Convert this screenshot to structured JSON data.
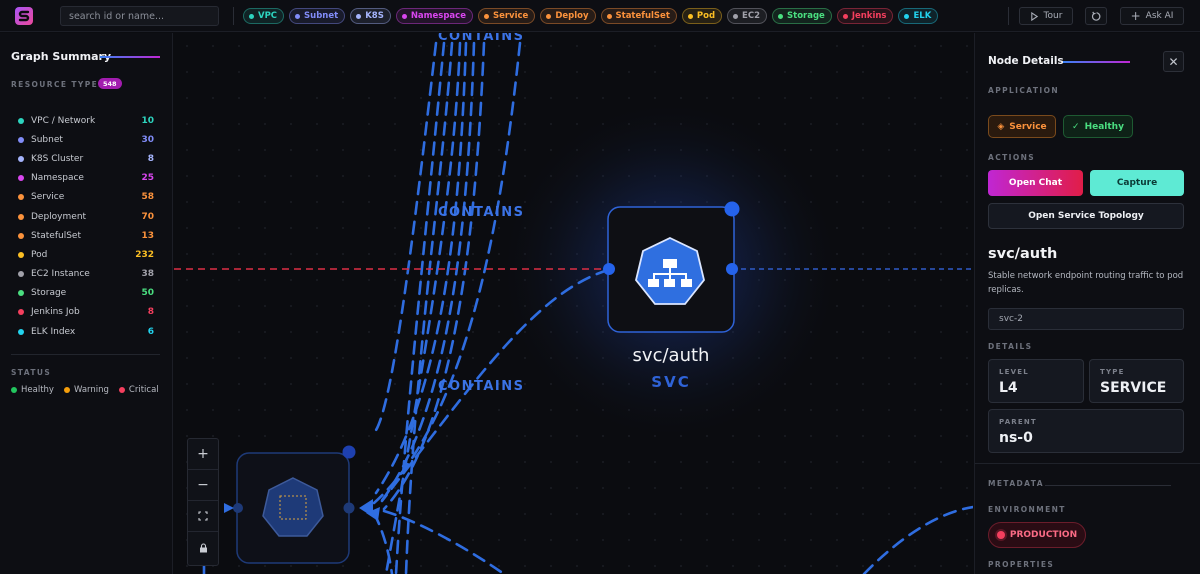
{
  "search": {
    "placeholder": "search id or name..."
  },
  "chips": [
    {
      "label": "VPC",
      "color": "#2dd4bf"
    },
    {
      "label": "Subnet",
      "color": "#818cf8"
    },
    {
      "label": "K8S",
      "color": "#a5b4fc"
    },
    {
      "label": "Namespace",
      "color": "#d946ef"
    },
    {
      "label": "Service",
      "color": "#fb923c"
    },
    {
      "label": "Deploy",
      "color": "#fb923c"
    },
    {
      "label": "StatefulSet",
      "color": "#fb923c"
    },
    {
      "label": "Pod",
      "color": "#fbbf24"
    },
    {
      "label": "EC2",
      "color": "#a1a1aa"
    },
    {
      "label": "Storage",
      "color": "#4ade80"
    },
    {
      "label": "Jenkins",
      "color": "#f43f5e"
    },
    {
      "label": "ELK",
      "color": "#22d3ee"
    }
  ],
  "toolbar": {
    "tour": "Tour",
    "ask_ai": "Ask AI"
  },
  "summary": {
    "title": "Graph Summary",
    "resource_types_label": "RESOURCE TYPES",
    "resource_total": "548",
    "resources": [
      {
        "label": "VPC / Network",
        "count": "10",
        "color": "#2dd4bf"
      },
      {
        "label": "Subnet",
        "count": "30",
        "color": "#818cf8"
      },
      {
        "label": "K8S Cluster",
        "count": "8",
        "color": "#a5b4fc"
      },
      {
        "label": "Namespace",
        "count": "25",
        "color": "#d946ef"
      },
      {
        "label": "Service",
        "count": "58",
        "color": "#fb923c"
      },
      {
        "label": "Deployment",
        "count": "70",
        "color": "#fb923c"
      },
      {
        "label": "StatefulSet",
        "count": "13",
        "color": "#fb923c"
      },
      {
        "label": "Pod",
        "count": "232",
        "color": "#fbbf24"
      },
      {
        "label": "EC2 Instance",
        "count": "38",
        "color": "#a1a1aa"
      },
      {
        "label": "Storage",
        "count": "50",
        "color": "#4ade80"
      },
      {
        "label": "Jenkins Job",
        "count": "8",
        "color": "#f43f5e"
      },
      {
        "label": "ELK Index",
        "count": "6",
        "color": "#22d3ee"
      }
    ],
    "status_label": "STATUS",
    "statuses": [
      {
        "label": "Healthy",
        "color": "#22c55e"
      },
      {
        "label": "Warning",
        "color": "#f59e0b"
      },
      {
        "label": "Critical",
        "color": "#f43f5e"
      }
    ]
  },
  "canvas": {
    "edge_labels": [
      "CONTAINS",
      "CONTAINS",
      "CONTAINS"
    ],
    "selected_node": {
      "name": "svc/auth",
      "kind": "SVC"
    }
  },
  "details": {
    "title": "Node Details",
    "application_label": "APPLICATION",
    "service_pill": "Service",
    "health_pill": "Healthy",
    "actions_label": "ACTIONS",
    "open_chat": "Open Chat",
    "capture": "Capture",
    "open_topology": "Open Service Topology",
    "name": "svc/auth",
    "description": "Stable network endpoint routing traffic to pod replicas.",
    "id": "svc-2",
    "details_label": "DETAILS",
    "level_key": "LEVEL",
    "level_value": "L4",
    "type_key": "TYPE",
    "type_value": "SERVICE",
    "parent_key": "PARENT",
    "parent_value": "ns-0",
    "metadata_label": "METADATA",
    "environment_label": "ENVIRONMENT",
    "environment_value": "PRODUCTION",
    "properties_label": "PROPERTIES"
  },
  "colors": {
    "accent_blue": "#3b82f6",
    "accent_magenta": "#c026d3",
    "danger": "#f43f5e",
    "teal": "#5eead4"
  }
}
